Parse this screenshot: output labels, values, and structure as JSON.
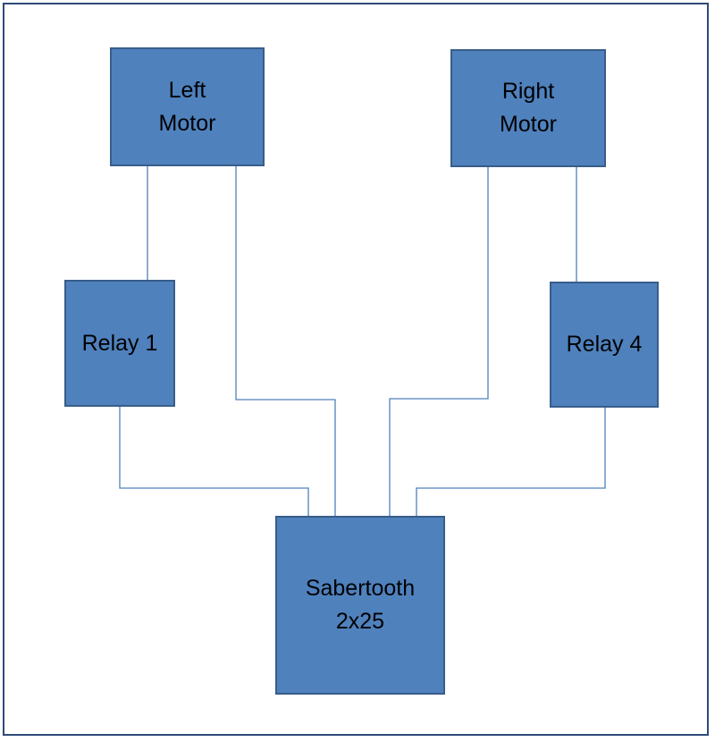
{
  "colors": {
    "box_fill": "#4f81bd",
    "box_border": "#385d8a",
    "wire": "#4f81bd",
    "frame": "#2e4a7a",
    "text": "#000000"
  },
  "nodes": {
    "left_motor": "Left\nMotor",
    "right_motor": "Right\nMotor",
    "relay_1": "Relay 1",
    "relay_4": "Relay 4",
    "sabertooth": "Sabertooth\n2x25"
  }
}
